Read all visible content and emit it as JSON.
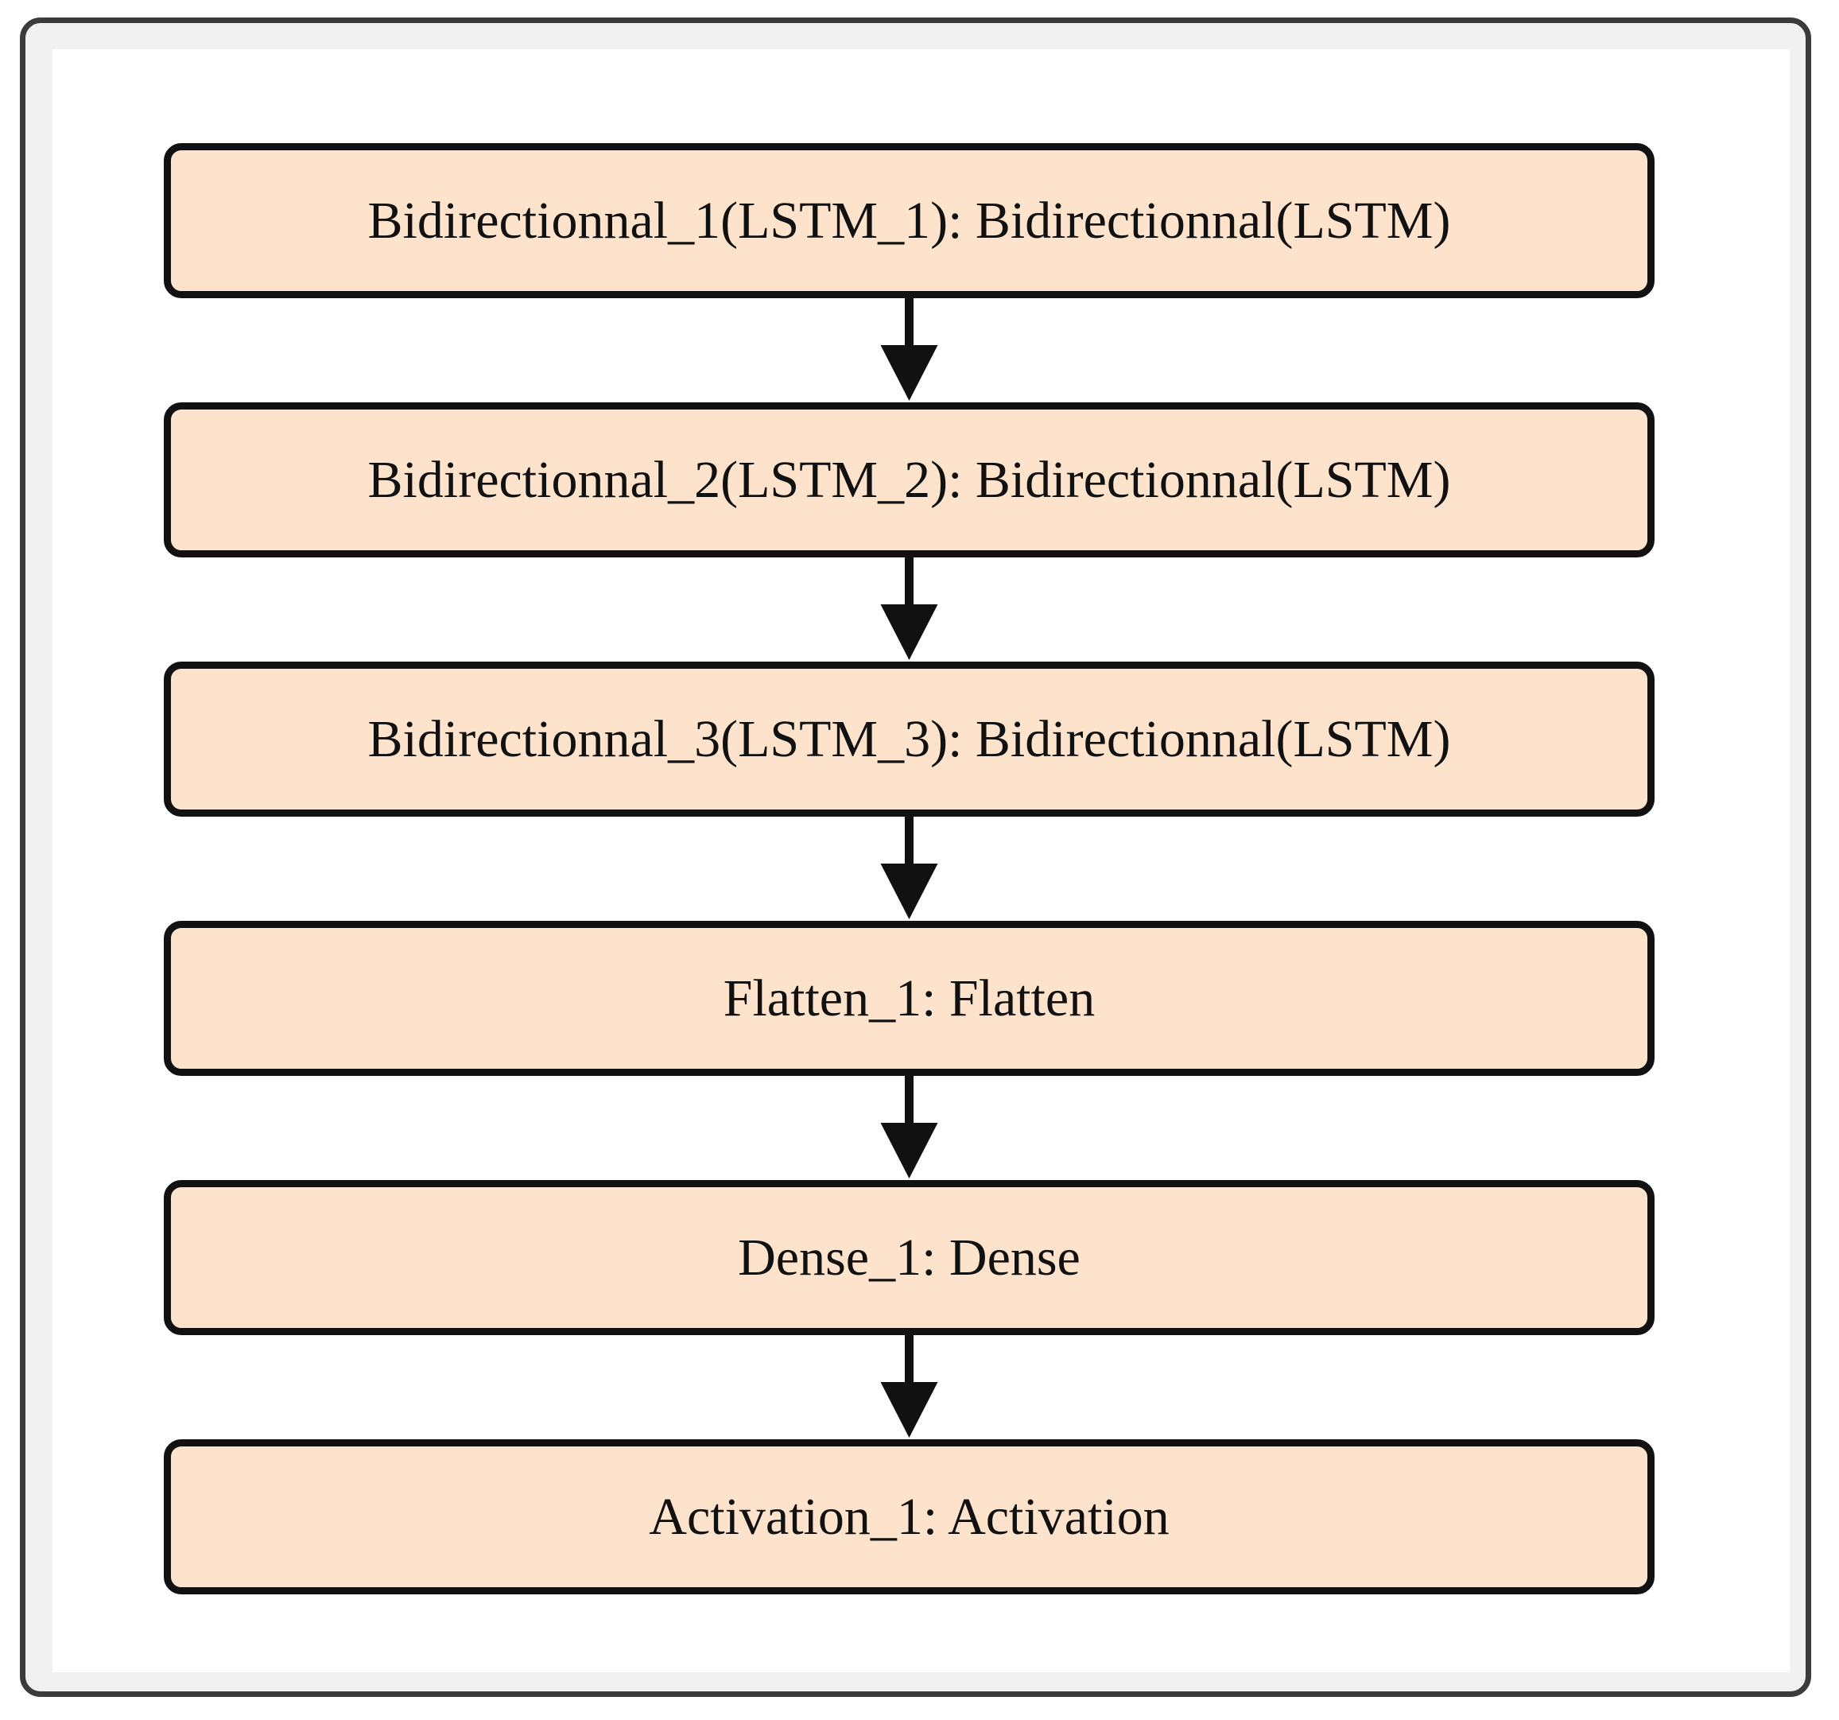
{
  "diagram": {
    "colors": {
      "box_fill": "#fde3cc",
      "box_border": "#111111",
      "arrow": "#111111",
      "frame_border": "#3b3b3b"
    },
    "layers": [
      {
        "label": "Bidirectionnal_1(LSTM_1): Bidirectionnal(LSTM)"
      },
      {
        "label": "Bidirectionnal_2(LSTM_2): Bidirectionnal(LSTM)"
      },
      {
        "label": "Bidirectionnal_3(LSTM_3): Bidirectionnal(LSTM)"
      },
      {
        "label": "Flatten_1: Flatten"
      },
      {
        "label": "Dense_1: Dense"
      },
      {
        "label": "Activation_1: Activation"
      }
    ],
    "edges": [
      {
        "from": 0,
        "to": 1
      },
      {
        "from": 1,
        "to": 2
      },
      {
        "from": 2,
        "to": 3
      },
      {
        "from": 3,
        "to": 4
      },
      {
        "from": 4,
        "to": 5
      }
    ]
  }
}
